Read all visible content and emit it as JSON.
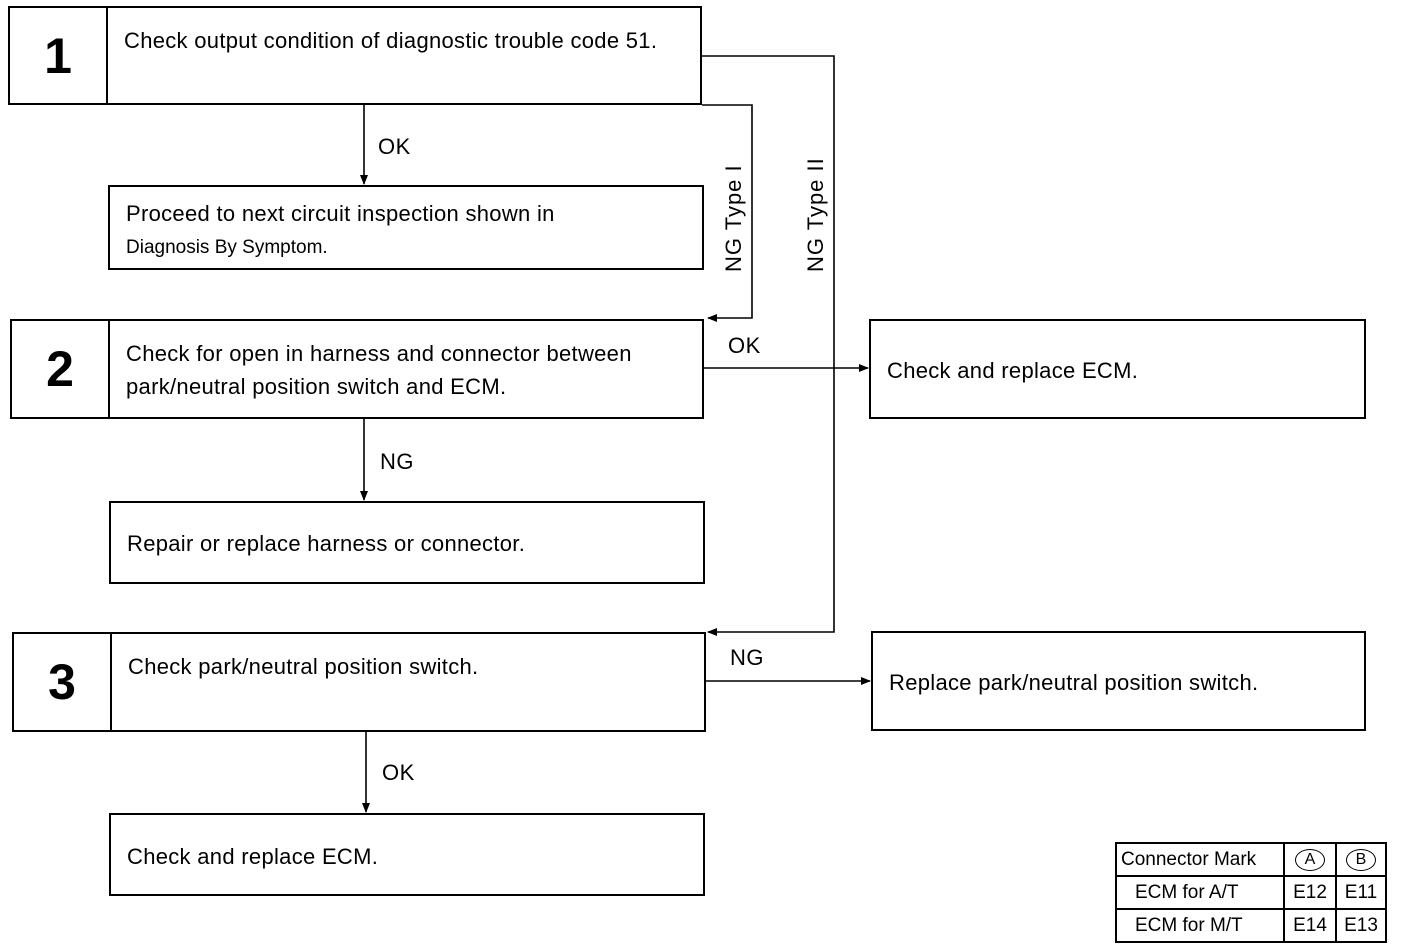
{
  "steps": [
    {
      "number": "1",
      "text": "Check output condition of diagnostic trouble code 51."
    },
    {
      "number": "2",
      "text": "Check for open in harness and connector between park/neutral position switch and ECM."
    },
    {
      "number": "3",
      "text": "Check park/neutral position switch."
    }
  ],
  "results": {
    "next_inspection": {
      "line1": "Proceed to next circuit inspection shown in",
      "line2": "Diagnosis By Symptom."
    },
    "replace_ecm_1": "Check and replace ECM.",
    "repair_harness": "Repair or replace harness or connector.",
    "replace_switch": "Replace park/neutral position switch.",
    "replace_ecm_2": "Check and replace ECM."
  },
  "labels": {
    "ok_1": "OK",
    "ng_type_1": "NG Type I",
    "ng_type_2": "NG Type II",
    "ok_2": "OK",
    "ng_2": "NG",
    "ng_3": "NG",
    "ok_3": "OK"
  },
  "connector_table": {
    "header": "Connector Mark",
    "col_a": "A",
    "col_b": "B",
    "rows": [
      {
        "label": "ECM for A/T",
        "a": "E12",
        "b": "E11"
      },
      {
        "label": "ECM for M/T",
        "a": "E14",
        "b": "E13"
      }
    ]
  }
}
